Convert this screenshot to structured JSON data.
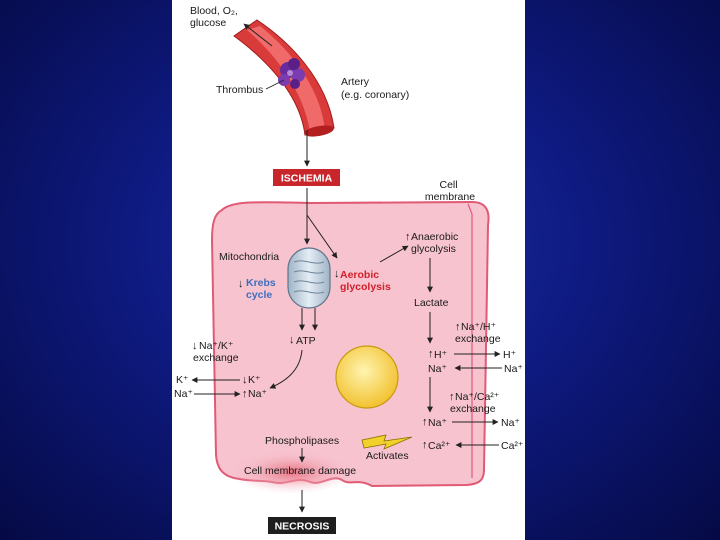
{
  "labels": {
    "blood_o2_glucose": [
      "Blood, O₂,",
      "glucose"
    ],
    "thrombus": "Thrombus",
    "artery": [
      "Artery",
      "(e.g. coronary)"
    ],
    "ischemia": "ISCHEMIA",
    "cell_membrane": [
      "Cell",
      "membrane"
    ],
    "mitochondria": "Mitochondria",
    "krebs_cycle": [
      "Krebs",
      "cycle"
    ],
    "aerobic_glycolysis": [
      "Aerobic",
      "glycolysis"
    ],
    "anaerobic_glycolysis": [
      "Anaerobic",
      "glycolysis"
    ],
    "lactate": "Lactate",
    "na_h_exchange": [
      "Na⁺/H⁺",
      "exchange"
    ],
    "h_plus": "H⁺",
    "na_plus": "Na⁺",
    "na_ca_exchange": [
      "Na⁺/Ca²⁺",
      "exchange"
    ],
    "ca_plus": "Ca²⁺",
    "atp": "ATP",
    "na_k_exchange": [
      "Na⁺/K⁺",
      "exchange"
    ],
    "k_plus": "K⁺",
    "phospholipases": "Phospholipases",
    "activates": "Activates",
    "cell_membrane_damage": "Cell membrane damage",
    "necrosis": "NECROSIS"
  },
  "colors": {
    "background": "#0e1a80",
    "panel": "#ffffff",
    "cell_fill": "#f7c3cf",
    "cell_outline": "#e05a75",
    "label_box": "#c9262c",
    "artery": "#d93a3a",
    "thrombus": "#6a2c9c",
    "nucleus": "#f7cf3a",
    "mitochondria": "#b8c9d8"
  }
}
